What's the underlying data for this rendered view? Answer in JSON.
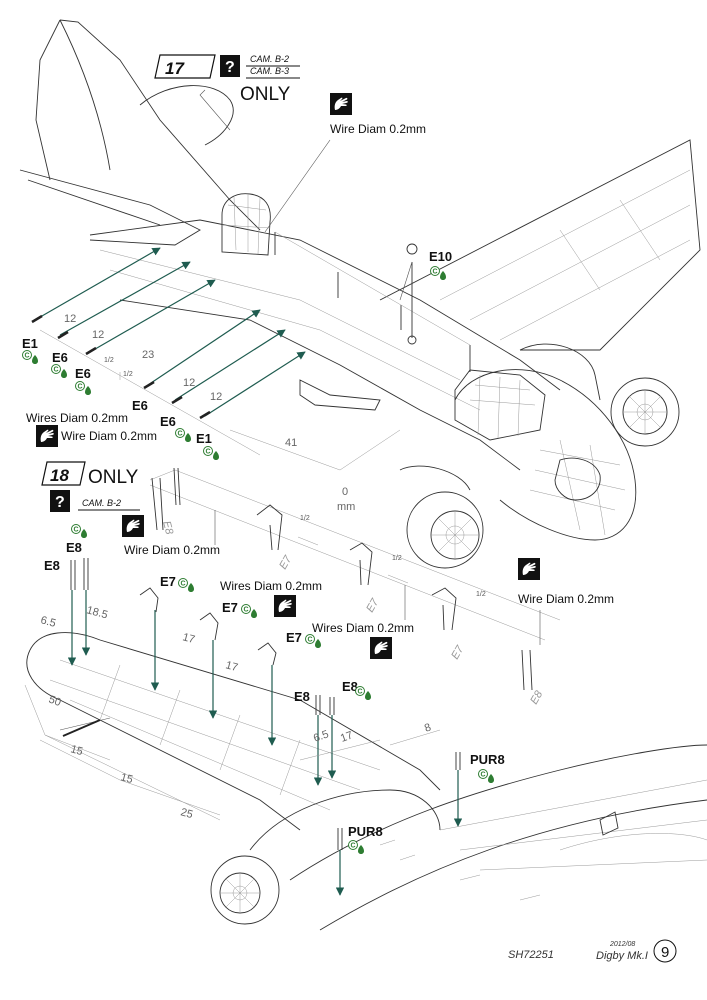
{
  "step17": {
    "number": "17",
    "cam_top": "CAM. B-2",
    "cam_bottom": "CAM. B-3",
    "only": "ONLY",
    "question_mark": "?",
    "note": "Wire Diam 0.2mm"
  },
  "step18": {
    "number": "18",
    "only": "ONLY",
    "cam": "CAM. B-2",
    "question_mark": "?",
    "notes": [
      "Wire Diam 0.2mm",
      "Wires Diam 0.2mm",
      "Wires Diam 0.2mm",
      "Wire Diam 0.2mm"
    ]
  },
  "fuselage_notes": {
    "wires_left_1": "Wires Diam 0.2mm",
    "wires_left_2": "Wire Diam 0.2mm"
  },
  "parts": {
    "e10": "E10",
    "e1_left": "E1",
    "e6_a": "E6",
    "e6_b": "E6",
    "e6_c": "E6",
    "e6_d": "E6",
    "e1_right": "E1",
    "e8_a": "E8",
    "e8_b": "E8",
    "e7_a": "E7",
    "e7_b": "E7",
    "e7_c": "E7",
    "e8_c": "E8",
    "e8_d": "E8",
    "pur8_a": "PUR8",
    "pur8_b": "PUR8"
  },
  "glue_mark": "C",
  "dimensions": {
    "fus_12a": "12",
    "fus_12b": "12",
    "fus_half_a": "1/2",
    "fus_23": "23",
    "fus_half_b": "1/2",
    "fus_12c": "12",
    "fus_12d": "12",
    "fus_41": "41",
    "fus_0": "0",
    "fus_mm": "mm",
    "w_6_5_a": "6.5",
    "w_18_5": "18.5",
    "w_17_a": "17",
    "w_17_b": "17",
    "w_50": "50",
    "w_15_a": "15",
    "w_15_b": "15",
    "w_25": "25",
    "w_6_5_b": "6.5",
    "w_17_c": "17",
    "w_8": "8",
    "r_half_a": "1/2",
    "r_half_b": "1/2",
    "r_half_c": "1/2"
  },
  "ghost_labels": [
    "E8",
    "E7",
    "E7",
    "E7",
    "E8"
  ],
  "footer": {
    "code": "SH72251",
    "date": "2012/08",
    "title": "Digby Mk.I",
    "page": "9"
  },
  "colors": {
    "arrow": "#1f5c50",
    "glue_green": "#2e7d32",
    "icon_black": "#111111"
  },
  "icons": [
    "question-mark-icon",
    "hand-icon",
    "glue-drop-icon",
    "cement-c-icon"
  ]
}
